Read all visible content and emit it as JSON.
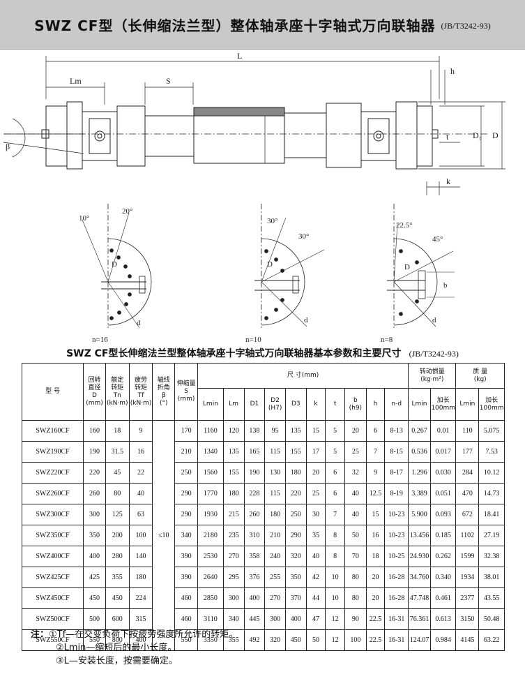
{
  "header": {
    "title": "SWZ    CF型（长伸缩法兰型）整体轴承座十字轴式万向联轴器",
    "standard": "(JB/T3242-93)"
  },
  "drawing": {
    "dims": {
      "L": "L",
      "Lm": "Lm",
      "S": "S",
      "h": "h",
      "t": "t",
      "k": "k",
      "D1": "D₁",
      "D": "D",
      "beta": "β"
    },
    "flanges": [
      {
        "angle1": "10°",
        "angle2": "20°",
        "d": "d",
        "D": "D",
        "n": "n=16"
      },
      {
        "angle1": "30°",
        "angle2": "30°",
        "d": "d",
        "D": "D",
        "n": "n=10"
      },
      {
        "angle1": "22.5°",
        "angle2": "45°",
        "d": "d",
        "D": "D",
        "b": "b",
        "n": "n=8"
      }
    ]
  },
  "table": {
    "title": "SWZ    CF型长伸缩法兰型整体轴承座十字轴式万向联轴器基本参数和主要尺寸",
    "standard": "(JB/T3242-93)",
    "headers": {
      "model": "型  号",
      "D_a": "回转",
      "D_b": "直径",
      "D_c": "D",
      "D_d": "(mm)",
      "Tn_a": "额定",
      "Tn_b": "转矩",
      "Tn_c": "Tn",
      "Tn_d": "(kN·m)",
      "Tf_a": "疲劳",
      "Tf_b": "转矩",
      "Tf_c": "Tf",
      "Tf_d": "(kN·m)",
      "beta_a": "轴线",
      "beta_b": "折角",
      "beta_c": "β",
      "beta_d": "(°)",
      "S_a": "伸缩量",
      "S_b": "S",
      "S_c": "(mm)",
      "size": "尺        寸(mm)",
      "inertia_a": "转动惯量",
      "inertia_b": "(kg·m²)",
      "mass_a": "质  量",
      "mass_b": "(kg)",
      "Lmin": "Lmin",
      "Lm": "Lm",
      "D1": "D1",
      "D2_a": "D2",
      "D2_b": "(H7)",
      "D3": "D3",
      "k": "k",
      "t": "t",
      "b_a": "b",
      "b_b": "(h9)",
      "h": "h",
      "nd": "n-d",
      "I_Lmin": "Lmin",
      "I_add_a": "加长",
      "I_add_b": "100mm",
      "M_Lmin": "Lmin",
      "M_add_a": "加长",
      "M_add_b": "100mm"
    },
    "beta_value": "≤10",
    "rows": [
      [
        "SWZ160CF",
        "160",
        "18",
        "9",
        "170",
        "1160",
        "120",
        "138",
        "95",
        "135",
        "15",
        "5",
        "20",
        "6",
        "8-13",
        "0.267",
        "0.01",
        "110",
        "5.075"
      ],
      [
        "SWZ190CF",
        "190",
        "31.5",
        "16",
        "210",
        "1340",
        "135",
        "165",
        "115",
        "155",
        "17",
        "5",
        "25",
        "7",
        "8-15",
        "0.536",
        "0.017",
        "177",
        "7.53"
      ],
      [
        "SWZ220CF",
        "220",
        "45",
        "22",
        "250",
        "1560",
        "155",
        "190",
        "130",
        "180",
        "20",
        "6",
        "32",
        "9",
        "8-17",
        "1.296",
        "0.030",
        "284",
        "10.12"
      ],
      [
        "SWZ260CF",
        "260",
        "80",
        "40",
        "290",
        "1770",
        "180",
        "228",
        "115",
        "220",
        "25",
        "6",
        "40",
        "12.5",
        "8-19",
        "3.389",
        "0.051",
        "470",
        "14.73"
      ],
      [
        "SWZ300CF",
        "300",
        "125",
        "63",
        "290",
        "1930",
        "215",
        "260",
        "180",
        "250",
        "30",
        "7",
        "40",
        "15",
        "10-23",
        "5.900",
        "0.093",
        "672",
        "18.41"
      ],
      [
        "SWZ350CF",
        "350",
        "200",
        "100",
        "340",
        "2180",
        "235",
        "310",
        "210",
        "290",
        "35",
        "8",
        "50",
        "16",
        "10-23",
        "13.456",
        "0.185",
        "1102",
        "27.19"
      ],
      [
        "SWZ400CF",
        "400",
        "280",
        "140",
        "390",
        "2530",
        "270",
        "358",
        "240",
        "320",
        "40",
        "8",
        "70",
        "18",
        "10-25",
        "24.930",
        "0.262",
        "1599",
        "32.38"
      ],
      [
        "SWZ425CF",
        "425",
        "355",
        "180",
        "390",
        "2640",
        "295",
        "376",
        "255",
        "350",
        "42",
        "10",
        "80",
        "20",
        "16-28",
        "34.760",
        "0.340",
        "1934",
        "38.01"
      ],
      [
        "SWZ450CF",
        "450",
        "450",
        "224",
        "460",
        "2850",
        "300",
        "400",
        "270",
        "370",
        "44",
        "10",
        "80",
        "20",
        "16-28",
        "47.748",
        "0.461",
        "2377",
        "43.55"
      ],
      [
        "SWZ500CF",
        "500",
        "600",
        "315",
        "460",
        "3110",
        "340",
        "445",
        "300",
        "400",
        "47",
        "12",
        "90",
        "22.5",
        "16-31",
        "76.361",
        "0.613",
        "3150",
        "50.48"
      ],
      [
        "SWZ550CF",
        "550",
        "800",
        "400",
        "550",
        "3350",
        "355",
        "492",
        "320",
        "450",
        "50",
        "12",
        "100",
        "22.5",
        "16-31",
        "124.07",
        "0.984",
        "4145",
        "63.22"
      ]
    ]
  },
  "notes": {
    "label": "注：",
    "n1": "①Tf—在交变负荷下按疲劳强度所允许的转矩。",
    "n2": "②Lmin—缩短后的最小长度。",
    "n3": "③L—安装长度，按需要确定。"
  }
}
